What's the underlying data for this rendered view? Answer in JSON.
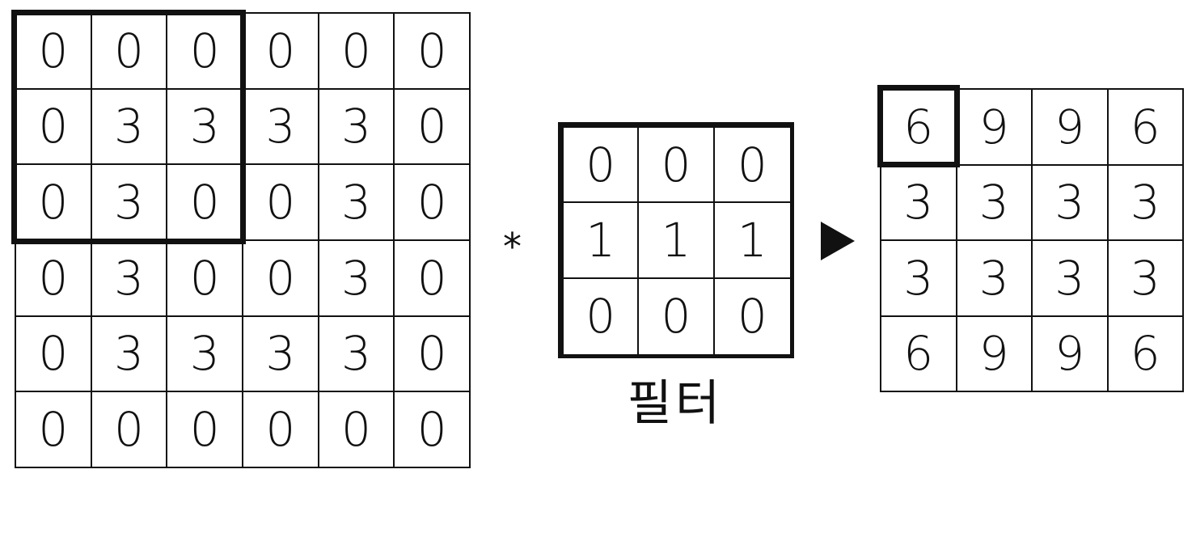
{
  "input_matrix": {
    "rows": [
      [
        "0",
        "0",
        "0",
        "0",
        "0",
        "0"
      ],
      [
        "0",
        "3",
        "3",
        "3",
        "3",
        "0"
      ],
      [
        "0",
        "3",
        "0",
        "0",
        "3",
        "0"
      ],
      [
        "0",
        "3",
        "0",
        "0",
        "3",
        "0"
      ],
      [
        "0",
        "3",
        "3",
        "3",
        "3",
        "0"
      ],
      [
        "0",
        "0",
        "0",
        "0",
        "0",
        "0"
      ]
    ]
  },
  "operator": {
    "symbol": "*"
  },
  "filter": {
    "label": "필터",
    "rows": [
      [
        "0",
        "0",
        "0"
      ],
      [
        "1",
        "1",
        "1"
      ],
      [
        "0",
        "0",
        "0"
      ]
    ]
  },
  "arrow": {
    "icon": "right-triangle-arrow-icon"
  },
  "output_matrix": {
    "rows": [
      [
        "6",
        "9",
        "9",
        "6"
      ],
      [
        "3",
        "3",
        "3",
        "3"
      ],
      [
        "3",
        "3",
        "3",
        "3"
      ],
      [
        "6",
        "9",
        "9",
        "6"
      ]
    ]
  }
}
